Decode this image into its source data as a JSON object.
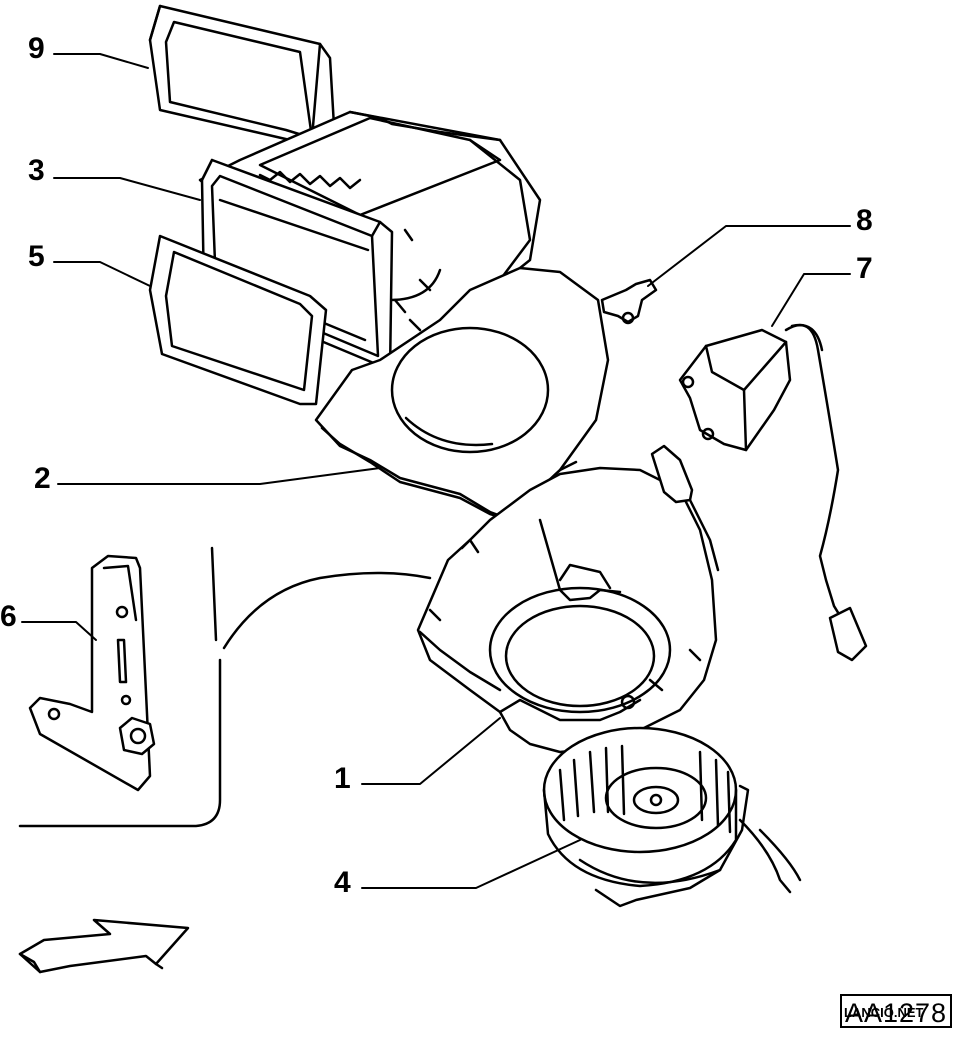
{
  "diagram": {
    "callouts": [
      {
        "id": "part-9",
        "label": "9"
      },
      {
        "id": "part-3",
        "label": "3"
      },
      {
        "id": "part-5",
        "label": "5"
      },
      {
        "id": "part-8",
        "label": "8"
      },
      {
        "id": "part-7",
        "label": "7"
      },
      {
        "id": "part-2",
        "label": "2"
      },
      {
        "id": "part-6",
        "label": "6"
      },
      {
        "id": "part-1",
        "label": "1"
      },
      {
        "id": "part-4",
        "label": "4"
      }
    ],
    "reference_code": "AA1278",
    "watermark": "LANCIO.NET",
    "line_color": "#000000",
    "background": "#ffffff"
  }
}
